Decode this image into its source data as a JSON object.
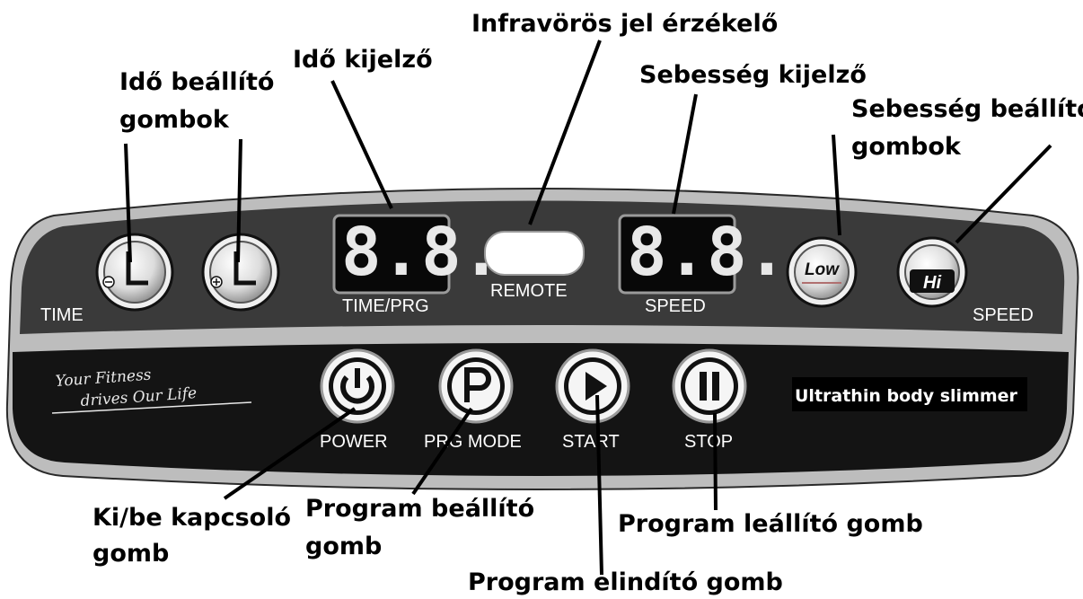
{
  "callouts": {
    "infrared": "Infravörös jel érzékelő",
    "time_display": "Idő kijelző",
    "time_buttons_line1": "Idő beállító",
    "time_buttons_line2": "gombok",
    "speed_display": "Sebesség kijelző",
    "speed_buttons_line1": "Sebesség beállító",
    "speed_buttons_line2": "gombok",
    "power_line1": "Ki/be kapcsoló",
    "power_line2": "gomb",
    "program_set_line1": "Program beállító",
    "program_set_line2": "gomb",
    "program_stop": "Program leállító gomb",
    "program_start": "Program elindító gomb"
  },
  "panel": {
    "time_label": "TIME",
    "time_prg_label": "TIME/PRG",
    "remote_label": "REMOTE",
    "speed_display_label": "SPEED",
    "speed_label": "SPEED",
    "low_label": "Low",
    "hi_label": "Hi",
    "power_label": "POWER",
    "prg_mode_label": "PRG MODE",
    "start_label": "START",
    "stop_label": "STOP",
    "slogan_line1": "Your Fitness",
    "slogan_line2": "drives Our Life",
    "brand": "Ultrathin body slimmer",
    "time_display_value": "8.8.",
    "speed_display_value": "8.8."
  }
}
